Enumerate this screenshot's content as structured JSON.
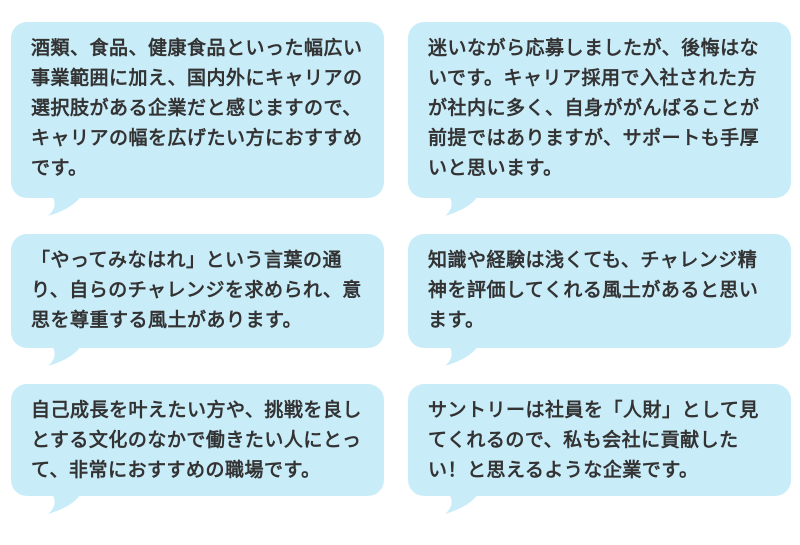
{
  "colors": {
    "background": "#FFFFFF",
    "bubble_fill": "#C9ECF9",
    "text": "#333333"
  },
  "testimonials": [
    {
      "text": "酒類、食品、健康食品といった幅広い事業範囲に加え、国内外にキャリアの選択肢がある企業だと感じますので、キャリアの幅を広げたい方におすすめです。"
    },
    {
      "text": "迷いながら応募しましたが、後悔はないです。キャリア採用で入社された方が社内に多く、自身ががんばることが前提ではありますが、サポートも手厚いと思います。"
    },
    {
      "text": "「やってみなはれ」という言葉の通り、自らのチャレンジを求められ、意思を尊重する風土があります。"
    },
    {
      "text": "知識や経験は浅くても、チャレンジ精神を評価してくれる風土があると思います。"
    },
    {
      "text": "自己成長を叶えたい方や、挑戦を良しとする文化のなかで働きたい人にとって、非常におすすめの職場です。"
    },
    {
      "text": "サントリーは社員を「人財」として見てくれるので、私も会社に貢献したい！と思えるような企業です。"
    }
  ]
}
